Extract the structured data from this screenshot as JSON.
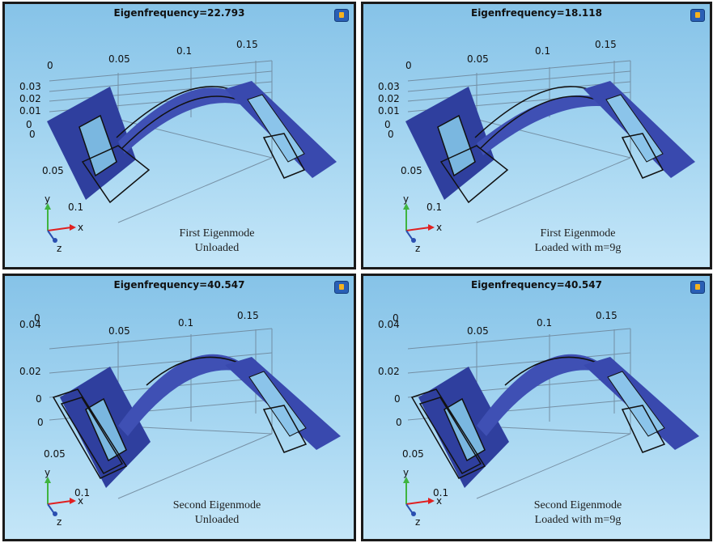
{
  "panels": [
    {
      "title": "Eigenfrequency=22.793",
      "caption_line1": "First Eigenmode",
      "caption_line2": "Unloaded",
      "z_ticks": [
        "0",
        "0.03",
        "0.02",
        "0.01",
        "0",
        "0"
      ],
      "x_ticks": [
        "0.05",
        "0.1",
        "0.15"
      ],
      "y_ticks": [
        "0.05",
        "0.1"
      ]
    },
    {
      "title": "Eigenfrequency=18.118",
      "caption_line1": "First Eigenmode",
      "caption_line2": "Loaded with m=9g",
      "z_ticks": [
        "0",
        "0.03",
        "0.02",
        "0.01",
        "0",
        "0"
      ],
      "x_ticks": [
        "0.05",
        "0.1",
        "0.15"
      ],
      "y_ticks": [
        "0.05",
        "0.1"
      ]
    },
    {
      "title": "Eigenfrequency=40.547",
      "caption_line1": "Second Eigenmode",
      "caption_line2": "Unloaded",
      "z_ticks": [
        "0",
        "0.04",
        "0.02",
        "0",
        "0"
      ],
      "x_ticks": [
        "0.05",
        "0.1",
        "0.15"
      ],
      "y_ticks": [
        "0.05",
        "0.1"
      ]
    },
    {
      "title": "Eigenfrequency=40.547",
      "caption_line1": "Second Eigenmode",
      "caption_line2": "Loaded with m=9g",
      "z_ticks": [
        "0",
        "0.04",
        "0.02",
        "0",
        "0"
      ],
      "x_ticks": [
        "0.05",
        "0.1",
        "0.15"
      ],
      "y_ticks": [
        "0.05",
        "0.1"
      ]
    }
  ],
  "axes": {
    "x": "x",
    "y": "y",
    "z": "z"
  },
  "colors": {
    "surface": "#2f3f9e",
    "surface_light": "#5667c6",
    "wire": "#111111",
    "x_axis": "#e02020",
    "y_axis": "#3fb43f",
    "z_axis": "#2a4fb0",
    "badge": "#2a5fb5"
  }
}
